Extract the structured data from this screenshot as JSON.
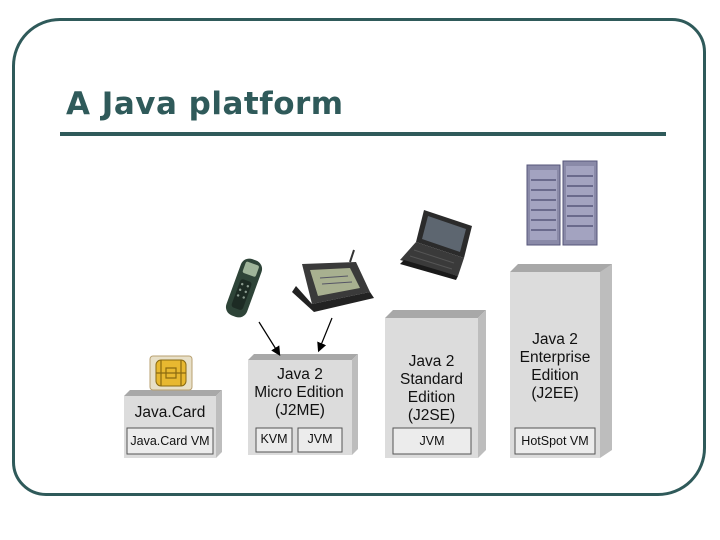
{
  "slide": {
    "title": "A Java platform"
  },
  "platforms": {
    "javacard": {
      "name": "Java.Card",
      "vm": "Java.Card VM"
    },
    "j2me": {
      "line1": "Java 2",
      "line2": "Micro Edition",
      "line3": "(J2ME)",
      "vm1": "KVM",
      "vm2": "JVM"
    },
    "j2se": {
      "line1": "Java 2",
      "line2": "Standard",
      "line3": "Edition",
      "line4": "(J2SE)",
      "vm": "JVM"
    },
    "j2ee": {
      "line1": "Java 2",
      "line2": "Enterprise",
      "line3": "Edition",
      "line4": "(J2EE)",
      "vm": "HotSpot VM"
    }
  },
  "devices": [
    "smart-card",
    "mobile-phone",
    "communicator-pda",
    "laptop",
    "server"
  ],
  "colors": {
    "frame": "#2f5a5a",
    "box_front": "#dcdcdc",
    "box_top": "#a8a8a8",
    "box_side": "#bdbdbd",
    "vm_box": "#ececec"
  }
}
